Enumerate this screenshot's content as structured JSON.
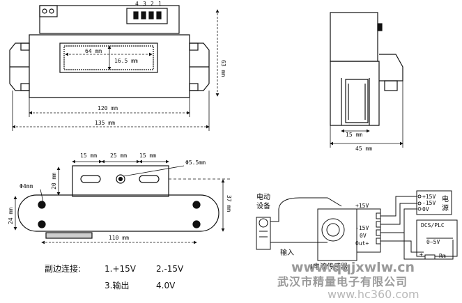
{
  "front_view": {
    "pins": [
      "4",
      "3",
      "2",
      "1"
    ],
    "window_width": "64 mm",
    "window_height": "16.5 mm",
    "height": "63 mm",
    "width_inner": "120 mm",
    "width_outer": "135 mm"
  },
  "side_view": {
    "slot_width": "15 mm",
    "depth": "45 mm"
  },
  "bottom_view": {
    "spacing_1": "15 mm",
    "spacing_2": "25 mm",
    "spacing_3": "15 mm",
    "hole_large": "Φ5.5mm",
    "hole_small": "Φ4mm",
    "height_20": "20 mm",
    "height_24": "24 mm",
    "height_37": "37 mm",
    "length": "110 mm"
  },
  "wiring": {
    "device_label_1": "电动",
    "device_label_2": "设备",
    "input_label": "输入",
    "sensor_label": "I电流传感器",
    "terminals": [
      "+15V",
      "-15V",
      "0V",
      "Out+"
    ],
    "power_values": [
      "+15V",
      "-15V",
      "0V"
    ],
    "power_label_1": "电",
    "power_label_2": "源",
    "dcs_label": "DCS/PLC",
    "range_label": "0~5V",
    "plus_label": "+",
    "rm_label": "Rm"
  },
  "secondary": {
    "heading": "副边连接:",
    "item1": "1.+15V",
    "item2": "2.-15V",
    "item3": "3.输出",
    "item4": "4.0V"
  },
  "watermark": {
    "url": "www.qqjxwlw.cn",
    "company": "武汉市精量电子有限公司",
    "site": "www.hc360.com"
  }
}
